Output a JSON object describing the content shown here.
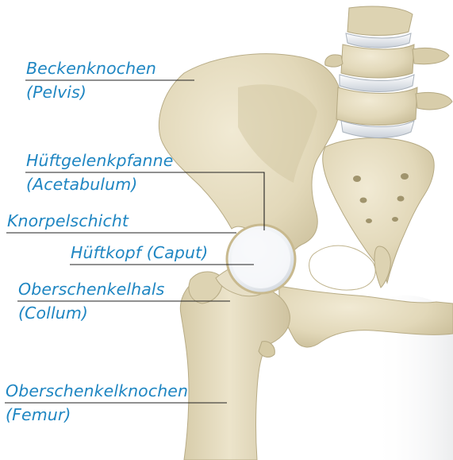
{
  "colors": {
    "bone": "#e6dec3",
    "bone_shadow": "#c7bc98",
    "bone_dark": "#a89c78",
    "cartilage": "#f4f6f8",
    "label_text": "#1f86c2",
    "leader_line": "#222222"
  },
  "labels": {
    "pelvis_line1": "Beckenknochen",
    "pelvis_line2": "(Pelvis)",
    "acetabulum_line1": "Hüftgelenkpfanne",
    "acetabulum_line2": "(Acetabulum)",
    "cartilage": "Knorpelschicht",
    "femoral_head": "Hüftkopf (Caput)",
    "neck_line1": "Oberschenkelhals",
    "neck_line2": "(Collum)",
    "femur_line1": "Oberschenkelknochen",
    "femur_line2": "(Femur)"
  }
}
